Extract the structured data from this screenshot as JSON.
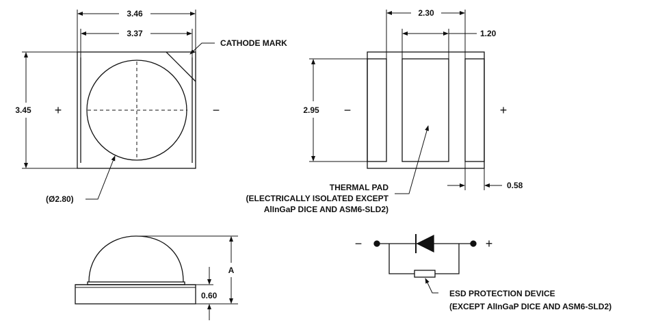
{
  "top_view": {
    "width_outer": "3.46",
    "width_inner": "3.37",
    "height": "3.45",
    "lens_diameter": "(Ø2.80)",
    "cathode_label": "CATHODE MARK",
    "minus": "−",
    "plus": "+"
  },
  "bottom_view": {
    "pad_span": "2.30",
    "center_pad_width": "1.20",
    "height": "2.95",
    "side_pad_width": "0.58",
    "minus": "−",
    "plus": "+",
    "thermal_pad_lines": [
      "THERMAL PAD",
      "(ELECTRICALLY ISOLATED EXCEPT",
      "AlInGaP DICE AND ASM6-SLD2)"
    ]
  },
  "side_view": {
    "dim_a": "A",
    "base_height": "0.60"
  },
  "schematic": {
    "minus": "−",
    "plus": "+",
    "esd_lines": [
      "ESD PROTECTION DEVICE",
      "(EXCEPT AlInGaP DICE AND ASM6-SLD2)"
    ]
  }
}
